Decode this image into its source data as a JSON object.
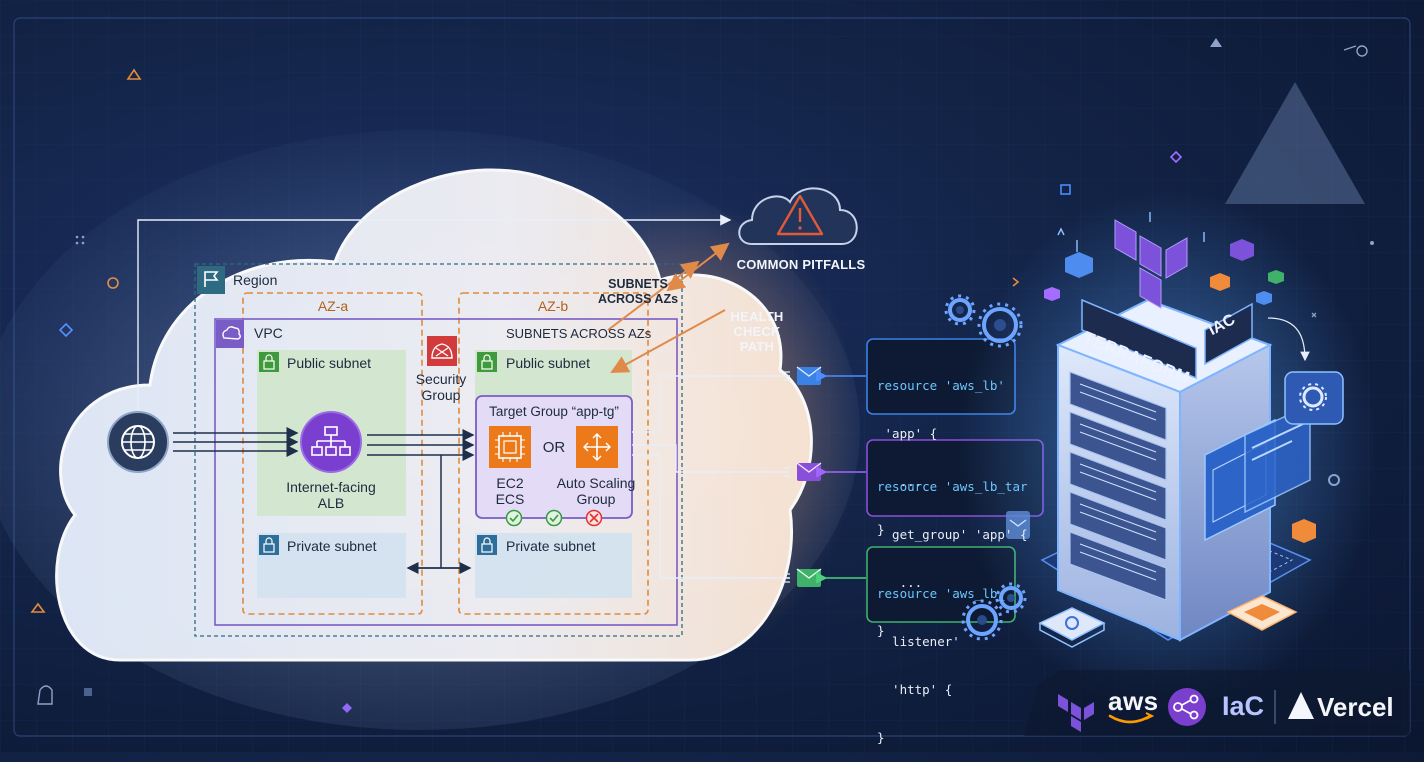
{
  "region": {
    "label": "Region"
  },
  "az_a": {
    "label": "AZ-a"
  },
  "az_b": {
    "label": "AZ-b"
  },
  "vpc": {
    "label": "VPC",
    "subnets_note": "SUBNETS ACROSS AZs"
  },
  "public_subnet_a": {
    "label": "Public subnet"
  },
  "public_subnet_b": {
    "label": "Public subnet"
  },
  "private_subnet_a": {
    "label": "Private subnet"
  },
  "private_subnet_b": {
    "label": "Private subnet"
  },
  "alb": {
    "line1": "Internet-facing",
    "line2": "ALB"
  },
  "security_group": {
    "line1": "Security",
    "line2": "Group"
  },
  "target_group": {
    "title": "Target Group “app-tg”",
    "or_label": "OR",
    "ec2_line1": "EC2",
    "ec2_line2": "ECS",
    "asg_line1": "Auto Scaling",
    "asg_line2": "Group"
  },
  "callouts": {
    "common_pitfalls": "COMMON PITFALLS",
    "subnets_line1": "SUBNETS",
    "subnets_line2": "ACROSS AZs",
    "health_line1": "HEALTH",
    "health_line2": "CHECK",
    "health_line3": "PATH"
  },
  "code_blocks": {
    "lb": [
      "resource 'aws_lb'",
      " 'app' {",
      "   ...",
      "}"
    ],
    "tg": [
      "resource 'aws_lb_tar",
      "  get_group' 'app' {",
      "   ...",
      "}"
    ],
    "listener": [
      "resource 'aws_lb_",
      "  listener'",
      "  'http' {",
      "}"
    ]
  },
  "server": {
    "brand": "TERRAFORM",
    "tag": "IAC"
  },
  "brands": {
    "aws": "aws",
    "iac": "IaC",
    "vercel": "Vercel"
  },
  "colors": {
    "region_border": "#2e6b82",
    "az_border": "#e08a3c",
    "vpc_border": "#7a5cc7",
    "public_subnet": "#cfe5cc",
    "private_subnet": "#d3e3ee",
    "alb": "#7b3fd0",
    "target_group_fill": "#e4dcf6",
    "compute_orange": "#ec7a1a",
    "security_red": "#d13b3b",
    "terraform_purple": "#7b52d9",
    "code_blue": "#2f6fd6",
    "code_purple": "#8a4fd8",
    "code_green": "#3fb16a"
  }
}
